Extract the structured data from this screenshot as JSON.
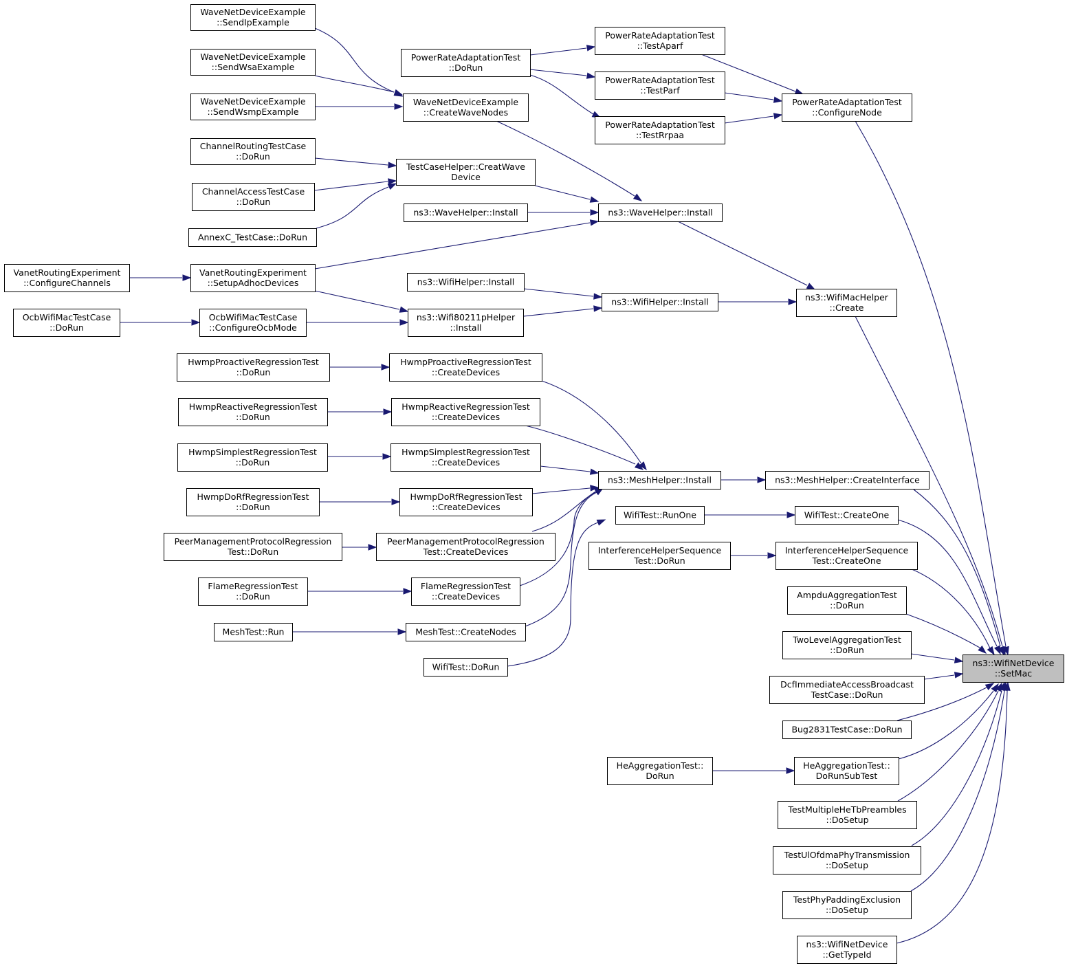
{
  "colors": {
    "edge": "#191970",
    "focus_fill": "#bfbfbf",
    "node_fill": "#ffffff",
    "border": "#000000"
  },
  "nodes": [
    {
      "id": "n_setmac",
      "lines": [
        "ns3::WifiNetDevice",
        "::SetMac"
      ],
      "focus": true
    },
    {
      "id": "n_wnde_sendip",
      "lines": [
        "WaveNetDeviceExample",
        "::SendIpExample"
      ]
    },
    {
      "id": "n_wnde_sendwsa",
      "lines": [
        "WaveNetDeviceExample",
        "::SendWsaExample"
      ]
    },
    {
      "id": "n_wnde_sendwsmp",
      "lines": [
        "WaveNetDeviceExample",
        "::SendWsmpExample"
      ]
    },
    {
      "id": "n_wnde_create",
      "lines": [
        "WaveNetDeviceExample",
        "::CreateWaveNodes"
      ]
    },
    {
      "id": "n_prat_dorun",
      "lines": [
        "PowerRateAdaptationTest",
        "::DoRun"
      ]
    },
    {
      "id": "n_prat_aparf",
      "lines": [
        "PowerRateAdaptationTest",
        "::TestAparf"
      ]
    },
    {
      "id": "n_prat_parf",
      "lines": [
        "PowerRateAdaptationTest",
        "::TestParf"
      ]
    },
    {
      "id": "n_prat_rrpaa",
      "lines": [
        "PowerRateAdaptationTest",
        "::TestRrpaa"
      ]
    },
    {
      "id": "n_prat_config",
      "lines": [
        "PowerRateAdaptationTest",
        "::ConfigureNode"
      ]
    },
    {
      "id": "n_chrouting",
      "lines": [
        "ChannelRoutingTestCase",
        "::DoRun"
      ]
    },
    {
      "id": "n_chaccess",
      "lines": [
        "ChannelAccessTestCase",
        "::DoRun"
      ]
    },
    {
      "id": "n_annexc",
      "lines": [
        "AnnexC_TestCase::DoRun"
      ]
    },
    {
      "id": "n_tch_creat",
      "lines": [
        "TestCaseHelper::CreatWave",
        "Device"
      ]
    },
    {
      "id": "n_wavehelper_inst1",
      "lines": [
        "ns3::WaveHelper::Install"
      ]
    },
    {
      "id": "n_wavehelper_inst2",
      "lines": [
        "ns3::WaveHelper::Install"
      ]
    },
    {
      "id": "n_vre_config",
      "lines": [
        "VanetRoutingExperiment",
        "::ConfigureChannels"
      ]
    },
    {
      "id": "n_vre_setup",
      "lines": [
        "VanetRoutingExperiment",
        "::SetupAdhocDevices"
      ]
    },
    {
      "id": "n_wifihelper_inst1",
      "lines": [
        "ns3::WifiHelper::Install"
      ]
    },
    {
      "id": "n_wifihelper_inst2",
      "lines": [
        "ns3::WifiHelper::Install"
      ]
    },
    {
      "id": "n_wifimac_create",
      "lines": [
        "ns3::WifiMacHelper",
        "::Create"
      ]
    },
    {
      "id": "n_ocb_dorun",
      "lines": [
        "OcbWifiMacTestCase",
        "::DoRun"
      ]
    },
    {
      "id": "n_ocb_config",
      "lines": [
        "OcbWifiMacTestCase",
        "::ConfigureOcbMode"
      ]
    },
    {
      "id": "n_w80211p_inst",
      "lines": [
        "ns3::Wifi80211pHelper",
        "::Install"
      ]
    },
    {
      "id": "n_hpro_dorun",
      "lines": [
        "HwmpProactiveRegressionTest",
        "::DoRun"
      ]
    },
    {
      "id": "n_hpro_create",
      "lines": [
        "HwmpProactiveRegressionTest",
        "::CreateDevices"
      ]
    },
    {
      "id": "n_hrea_dorun",
      "lines": [
        "HwmpReactiveRegressionTest",
        "::DoRun"
      ]
    },
    {
      "id": "n_hrea_create",
      "lines": [
        "HwmpReactiveRegressionTest",
        "::CreateDevices"
      ]
    },
    {
      "id": "n_hsim_dorun",
      "lines": [
        "HwmpSimplestRegressionTest",
        "::DoRun"
      ]
    },
    {
      "id": "n_hsim_create",
      "lines": [
        "HwmpSimplestRegressionTest",
        "::CreateDevices"
      ]
    },
    {
      "id": "n_hdorf_dorun",
      "lines": [
        "HwmpDoRfRegressionTest",
        "::DoRun"
      ]
    },
    {
      "id": "n_hdorf_create",
      "lines": [
        "HwmpDoRfRegressionTest",
        "::CreateDevices"
      ]
    },
    {
      "id": "n_pmp_dorun",
      "lines": [
        "PeerManagementProtocolRegression",
        "Test::DoRun"
      ]
    },
    {
      "id": "n_pmp_create",
      "lines": [
        "PeerManagementProtocolRegression",
        "Test::CreateDevices"
      ]
    },
    {
      "id": "n_flame_dorun",
      "lines": [
        "FlameRegressionTest",
        "::DoRun"
      ]
    },
    {
      "id": "n_flame_create",
      "lines": [
        "FlameRegressionTest",
        "::CreateDevices"
      ]
    },
    {
      "id": "n_meshtest_run",
      "lines": [
        "MeshTest::Run"
      ]
    },
    {
      "id": "n_meshtest_create",
      "lines": [
        "MeshTest::CreateNodes"
      ]
    },
    {
      "id": "n_wifitest_dorun",
      "lines": [
        "WifiTest::DoRun"
      ]
    },
    {
      "id": "n_meshhelper_inst",
      "lines": [
        "ns3::MeshHelper::Install"
      ]
    },
    {
      "id": "n_meshhelper_ci",
      "lines": [
        "ns3::MeshHelper::CreateInterface"
      ]
    },
    {
      "id": "n_wifitest_runone",
      "lines": [
        "WifiTest::RunOne"
      ]
    },
    {
      "id": "n_wifitest_createone",
      "lines": [
        "WifiTest::CreateOne"
      ]
    },
    {
      "id": "n_ihs_dorun",
      "lines": [
        "InterferenceHelperSequence",
        "Test::DoRun"
      ]
    },
    {
      "id": "n_ihs_createone",
      "lines": [
        "InterferenceHelperSequence",
        "Test::CreateOne"
      ]
    },
    {
      "id": "n_ampdu",
      "lines": [
        "AmpduAggregationTest",
        "::DoRun"
      ]
    },
    {
      "id": "n_twolevel",
      "lines": [
        "TwoLevelAggregationTest",
        "::DoRun"
      ]
    },
    {
      "id": "n_dcf",
      "lines": [
        "DcfImmediateAccessBroadcast",
        "TestCase::DoRun"
      ]
    },
    {
      "id": "n_bug2831",
      "lines": [
        "Bug2831TestCase::DoRun"
      ]
    },
    {
      "id": "n_heagg_dorun",
      "lines": [
        "HeAggregationTest::",
        "DoRun"
      ]
    },
    {
      "id": "n_heagg_sub",
      "lines": [
        "HeAggregationTest::",
        "DoRunSubTest"
      ]
    },
    {
      "id": "n_tmhetb",
      "lines": [
        "TestMultipleHeTbPreambles",
        "::DoSetup"
      ]
    },
    {
      "id": "n_tulofdma",
      "lines": [
        "TestUlOfdmaPhyTransmission",
        "::DoSetup"
      ]
    },
    {
      "id": "n_tphypad",
      "lines": [
        "TestPhyPaddingExclusion",
        "::DoSetup"
      ]
    },
    {
      "id": "n_gettypeid",
      "lines": [
        "ns3::WifiNetDevice",
        "::GetTypeId"
      ]
    }
  ]
}
